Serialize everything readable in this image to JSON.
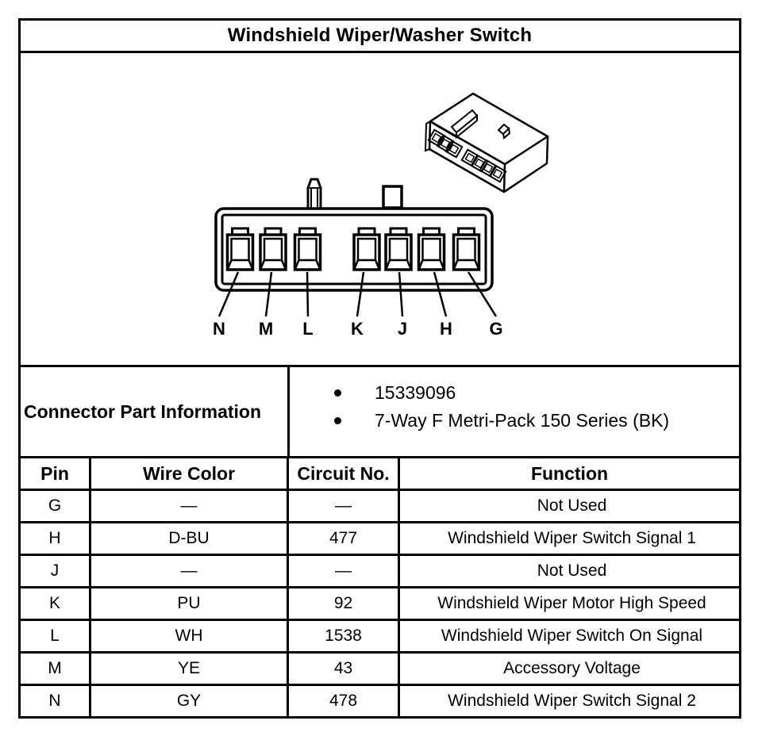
{
  "title": "Windshield Wiper/Washer Switch",
  "connector": {
    "pin_labels": [
      "N",
      "M",
      "L",
      "K",
      "J",
      "H",
      "G"
    ]
  },
  "part_info": {
    "label": "Connector Part Information",
    "bullets": [
      "15339096",
      "7-Way F Metri-Pack 150 Series (BK)"
    ]
  },
  "pin_table": {
    "headers": [
      "Pin",
      "Wire Color",
      "Circuit No.",
      "Function"
    ],
    "rows": [
      {
        "pin": "G",
        "wire_color": "—",
        "circuit": "—",
        "function": "Not Used"
      },
      {
        "pin": "H",
        "wire_color": "D-BU",
        "circuit": "477",
        "function": "Windshield Wiper Switch Signal 1"
      },
      {
        "pin": "J",
        "wire_color": "—",
        "circuit": "—",
        "function": "Not Used"
      },
      {
        "pin": "K",
        "wire_color": "PU",
        "circuit": "92",
        "function": "Windshield Wiper Motor High Speed"
      },
      {
        "pin": "L",
        "wire_color": "WH",
        "circuit": "1538",
        "function": "Windshield Wiper Switch On Signal"
      },
      {
        "pin": "M",
        "wire_color": "YE",
        "circuit": "43",
        "function": "Accessory Voltage"
      },
      {
        "pin": "N",
        "wire_color": "GY",
        "circuit": "478",
        "function": "Windshield Wiper Switch Signal 2"
      }
    ]
  },
  "colors": {
    "line": "#000000",
    "background": "#ffffff"
  }
}
